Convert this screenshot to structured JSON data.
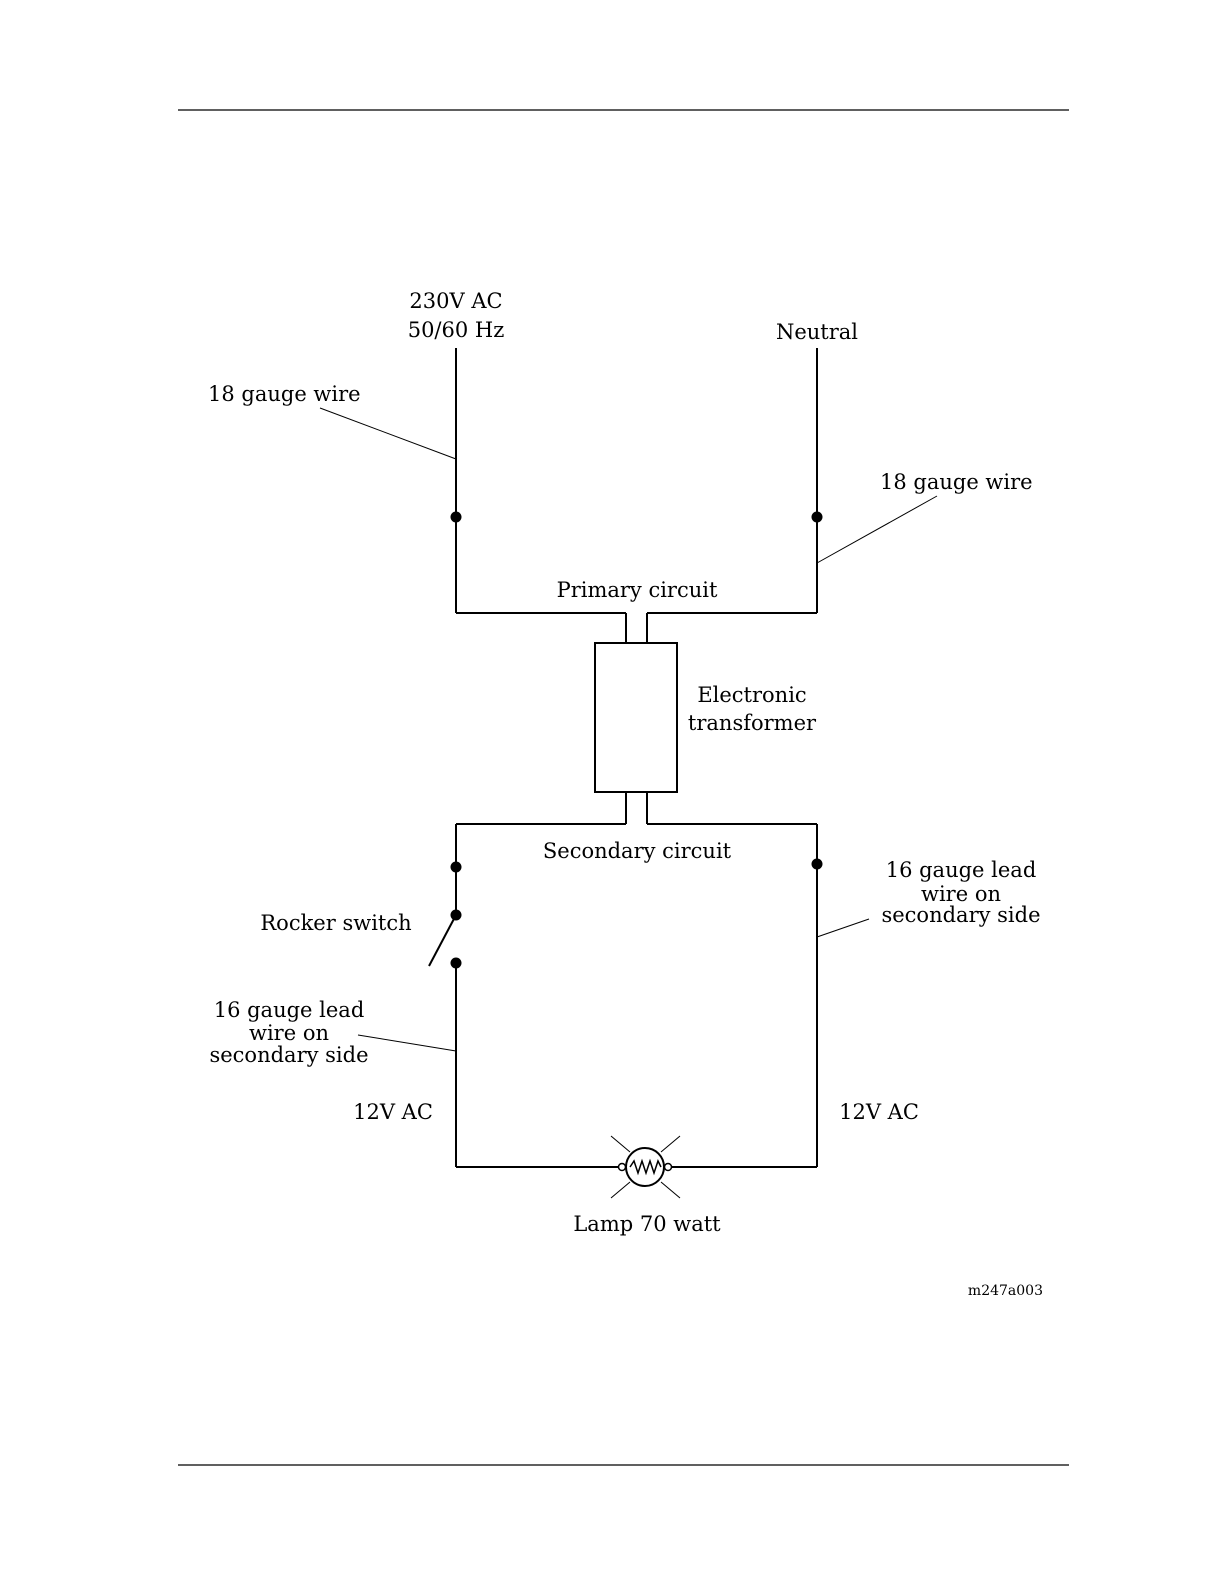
{
  "labels": {
    "supply_line1": "230V AC",
    "supply_line2": "50/60 Hz",
    "neutral": "Neutral",
    "wire_left_primary": "18 gauge wire",
    "wire_right_primary": "18 gauge wire",
    "primary_circuit": "Primary circuit",
    "transformer_line1": "Electronic",
    "transformer_line2": "transformer",
    "secondary_circuit": "Secondary circuit",
    "right_lead_line1": "16 gauge lead",
    "right_lead_line2": "wire on",
    "right_lead_line3": "secondary side",
    "rocker_switch": "Rocker switch",
    "left_lead_line1": "16 gauge lead",
    "left_lead_line2": "wire on",
    "left_lead_line3": "secondary side",
    "voltage_left": "12V AC",
    "voltage_right": "12V AC",
    "lamp": "Lamp 70 watt"
  },
  "figure_code": "m247a003",
  "colors": {
    "line": "#000000",
    "background": "#ffffff"
  }
}
